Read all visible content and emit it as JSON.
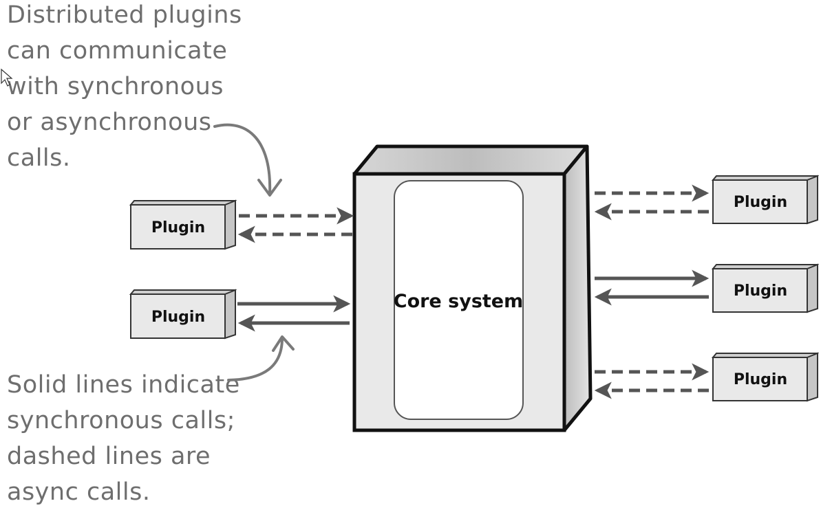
{
  "annotations": {
    "top": [
      "Distributed plugins",
      "can communicate",
      "with synchronous",
      "or asynchronous",
      "calls."
    ],
    "bottom": [
      "Solid lines indicate",
      "synchronous calls;",
      "dashed lines are",
      "async calls."
    ]
  },
  "core": {
    "label": "Core system"
  },
  "plugins": [
    {
      "label": "Plugin",
      "side": "left",
      "connection": "dashed"
    },
    {
      "label": "Plugin",
      "side": "left",
      "connection": "solid"
    },
    {
      "label": "Plugin",
      "side": "right",
      "connection": "dashed"
    },
    {
      "label": "Plugin",
      "side": "right",
      "connection": "solid"
    },
    {
      "label": "Plugin",
      "side": "right",
      "connection": "dashed"
    }
  ],
  "colors": {
    "box_fill": "#e9e9e9",
    "outline": "#111111",
    "arrow": "#555555",
    "annotation_text": "#6e6e6e"
  }
}
